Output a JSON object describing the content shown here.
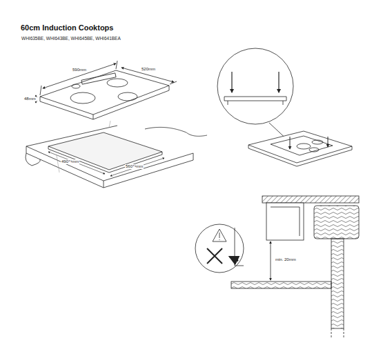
{
  "diagram": {
    "title": "60cm Induction Cooktops",
    "labels": [
      "WHI635BE, WHI643BE, WHI645BE, WHI641BEA",
      "590mm",
      "520mm",
      "48mm",
      "490⁺¹mm",
      "560⁺¹mm",
      "min. 20mm"
    ]
  }
}
